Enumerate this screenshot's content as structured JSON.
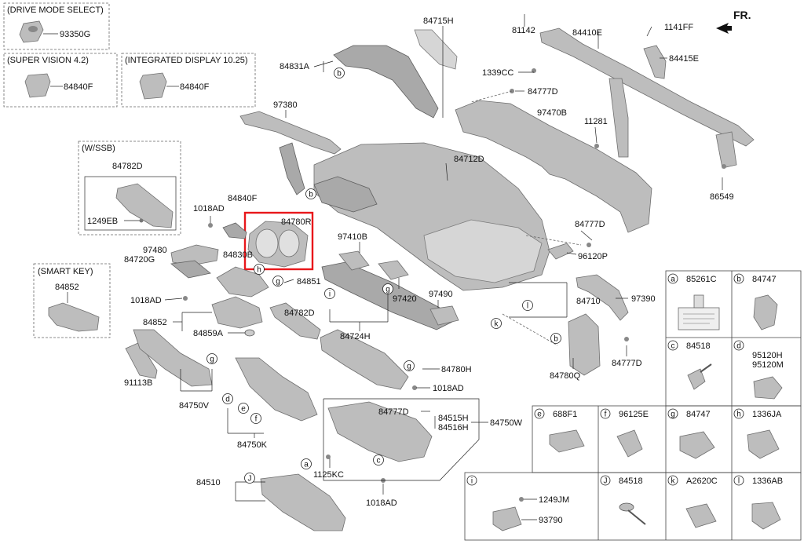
{
  "orientation": "FR.",
  "insets": {
    "drive_mode": {
      "title": "(DRIVE MODE SELECT)",
      "part": "93350G"
    },
    "super_vision": {
      "title": "(SUPER VISION 4.2)",
      "part": "84840F"
    },
    "integrated_display": {
      "title": "(INTEGRATED DISPLAY 10.25)",
      "part": "84840F"
    },
    "ssb": {
      "title": "(W/SSB)",
      "part_a": "84782D",
      "part_b": "1249EB"
    },
    "smart_key": {
      "title": "(SMART KEY)",
      "part": "84852"
    }
  },
  "labels": {
    "p84715H": "84715H",
    "p81142": "81142",
    "p84410E": "84410E",
    "p1141FF": "1141FF",
    "p84415E": "84415E",
    "p1339CC": "1339CC",
    "p84777D_top": "84777D",
    "p84831A": "84831A",
    "p97380": "97380",
    "p97470B": "97470B",
    "p11281": "11281",
    "p84712D": "84712D",
    "p86549": "86549",
    "p1018AD_1": "1018AD",
    "p84840F": "84840F",
    "p84780R": "84780R",
    "p84777D_r": "84777D",
    "p97480": "97480",
    "p84720G": "84720G",
    "p84830B": "84830B",
    "p96120P": "96120P",
    "p97410B": "97410B",
    "p84851": "84851",
    "p1018AD_2": "1018AD",
    "p97420": "97420",
    "p97490": "97490",
    "p84710": "84710",
    "p97390": "97390",
    "p84852": "84852",
    "p84782D": "84782D",
    "p84859A": "84859A",
    "p84724H": "84724H",
    "p84777D_b": "84777D",
    "p84780Q": "84780Q",
    "p91113B": "91113B",
    "p84780H": "84780H",
    "p1018AD_3": "1018AD",
    "p84750V": "84750V",
    "p84777D_g": "84777D",
    "p84515H": "84515H",
    "p84516H": "84516H",
    "p84750W": "84750W",
    "p84750K": "84750K",
    "p1125KC": "1125KC",
    "p84510": "84510",
    "p1018AD_4": "1018AD"
  },
  "callouts": [
    "a",
    "b",
    "c",
    "d",
    "e",
    "f",
    "g",
    "h",
    "i",
    "j",
    "k",
    "l"
  ],
  "legend": [
    {
      "letter": "a",
      "part": "85261C"
    },
    {
      "letter": "b",
      "part": "84747"
    },
    {
      "letter": "c",
      "part": "84518"
    },
    {
      "letter": "d",
      "part": "95120H",
      "part2": "95120M"
    },
    {
      "letter": "e",
      "part": "688F1"
    },
    {
      "letter": "f",
      "part": "96125E"
    },
    {
      "letter": "g",
      "part": "84747"
    },
    {
      "letter": "h",
      "part": "1336JA"
    },
    {
      "letter": "i",
      "part": "1249JM",
      "part2": "93790"
    },
    {
      "letter": "J",
      "part": "84518"
    },
    {
      "letter": "k",
      "part": "A2620C"
    },
    {
      "letter": "l",
      "part": "1336AB"
    }
  ],
  "colors": {
    "highlight": "#e8171b",
    "part_fill": "#bdbdbd",
    "line": "#222222"
  }
}
